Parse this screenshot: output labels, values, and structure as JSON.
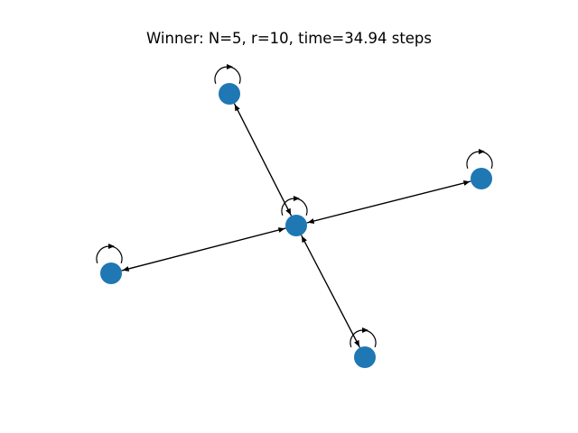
{
  "figure": {
    "title": "Winner: N=5, r=10, time=34.94 steps"
  },
  "graph": {
    "node_color": "#1f77b4",
    "edge_color": "#000000",
    "nodes": [
      "center",
      "top",
      "right",
      "left",
      "bottom"
    ],
    "edges": [
      [
        "center",
        "top"
      ],
      [
        "top",
        "center"
      ],
      [
        "center",
        "right"
      ],
      [
        "right",
        "center"
      ],
      [
        "center",
        "left"
      ],
      [
        "left",
        "center"
      ],
      [
        "center",
        "bottom"
      ],
      [
        "bottom",
        "center"
      ]
    ],
    "self_loops": [
      "center",
      "top",
      "right",
      "left",
      "bottom"
    ]
  }
}
